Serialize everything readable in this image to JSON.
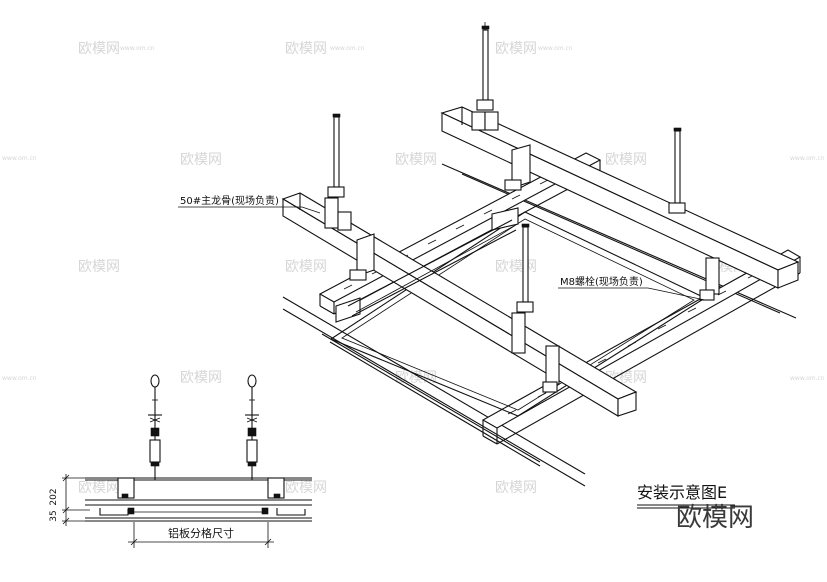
{
  "labels": {
    "main_runner": "50#主龙骨(现场负责)",
    "bolt": "M8螺栓(现场负责)",
    "panel_grid": "铝板分格尺寸",
    "dim_202": "202",
    "dim_35": "35",
    "title": "安装示意图E"
  },
  "watermark": {
    "logo": "欧模网",
    "url": "www.om.cn"
  }
}
